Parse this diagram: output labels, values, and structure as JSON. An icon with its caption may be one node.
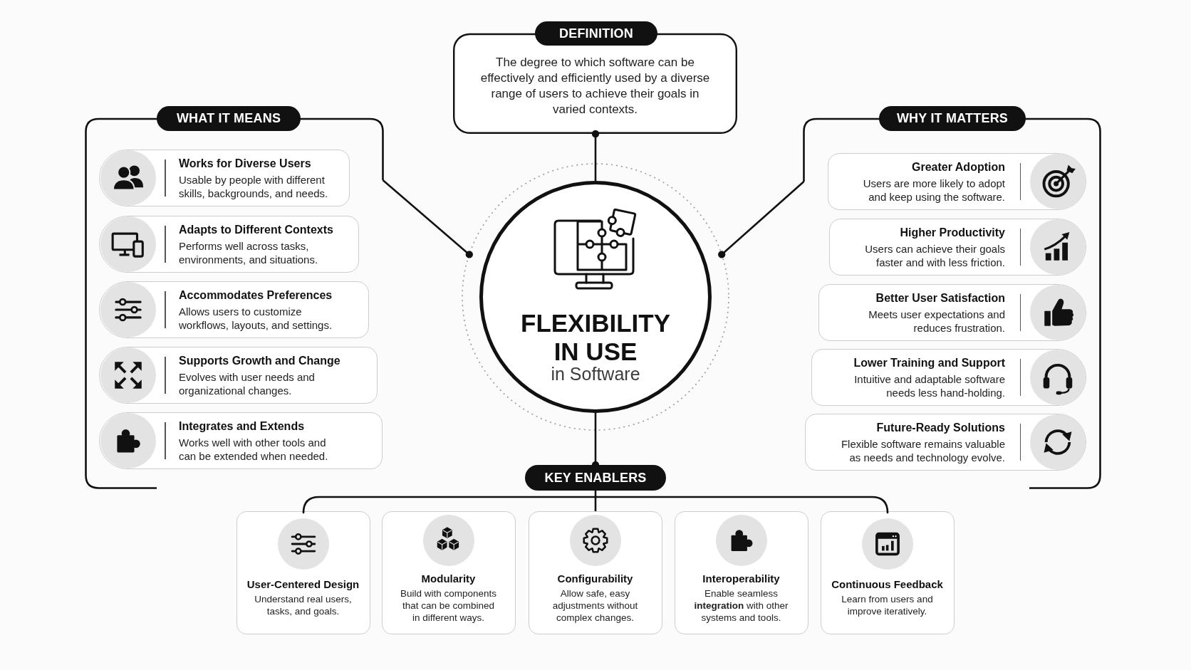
{
  "diagram": {
    "nodes": [
      {
        "text": [
          "DEFINITION",
          "The degree to which software can be effectively and efficiently used by a diverse range of users to achieve their goals in varied contexts."
        ]
      },
      {
        "text": [
          "WHAT IT MEANS"
        ]
      },
      {
        "text": [
          "Works for Diverse Users",
          "Usable by people with different skills, backgrounds, and needs."
        ],
        "in": 1
      },
      {
        "text": [
          "Adapts to Different Contexts",
          "Performs well across tasks, environments, and situations."
        ],
        "in": 1
      },
      {
        "text": [
          "Accommodates Preferences",
          "Allows users to customize workflows, layouts, and settings."
        ],
        "in": 1
      },
      {
        "text": [
          "Supports Growth and Change",
          "Evolves with user needs and organizational changes."
        ],
        "in": 1
      },
      {
        "text": [
          "Integrates and Extends",
          "Works well with other tools and can be extended when needed."
        ],
        "in": 1
      },
      {
        "text": [
          "FLEXIBILITY IN USE",
          "in Software"
        ]
      },
      {
        "text": [
          "WHY IT MATTERS"
        ]
      },
      {
        "text": [
          "Greater Adoption",
          "Users are more likely to adopt and keep using the software."
        ],
        "in": 8
      },
      {
        "text": [
          "Higher Productivity",
          "Users can achieve their goals faster and with less friction."
        ],
        "in": 8
      },
      {
        "text": [
          "Better User Satisfaction",
          "Meets user expectations and reduces frustration."
        ],
        "in": 8
      },
      {
        "text": [
          "Lower Training and Support",
          "Intuitive and adaptable software needs less hand-holding."
        ],
        "in": 8
      },
      {
        "text": [
          "Future-Ready Solutions",
          "Flexible software remains valuable as needs and technology evolve."
        ],
        "in": 8
      },
      {
        "text": [
          "KEY ENABLERS"
        ]
      },
      {
        "text": [
          "User-Centered Design",
          "Understand real users, tasks, and goals."
        ]
      },
      {
        "text": [
          "Modularity",
          "Build with components that can be combined in different ways."
        ]
      },
      {
        "text": [
          "Configurability",
          "Allow safe, easy adjustments without complex changes."
        ]
      },
      {
        "text": [
          "Interoperability",
          "Enable seamless **integration** with other systems and tools."
        ]
      },
      {
        "text": [
          "Continuous Feedback",
          "Learn from users and improve iteratively."
        ]
      }
    ],
    "edges": [
      {
        "from": 7,
        "to": 0,
        "arrow": "other"
      },
      {
        "from": 1,
        "to": 7,
        "arrow": "other"
      },
      {
        "from": 8,
        "to": 7,
        "arrow": "other"
      },
      {
        "from": 7,
        "to": 14,
        "arrow": "other"
      },
      {
        "from": 14,
        "to": 15,
        "arrow": "none"
      },
      {
        "from": 14,
        "to": 17,
        "arrow": "none"
      },
      {
        "from": 14,
        "to": 19,
        "arrow": "none"
      }
    ]
  }
}
